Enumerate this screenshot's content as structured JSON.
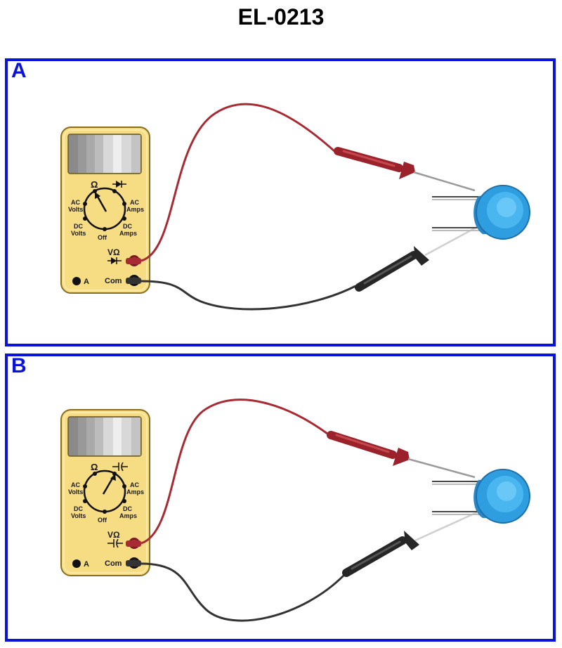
{
  "title": "EL-0213",
  "panels": [
    {
      "label": "A",
      "dial_setting": "ohms",
      "meter": {
        "ohm": "Ω",
        "ac_volts": [
          "AC",
          "Volts"
        ],
        "ac_amps": [
          "AC",
          "Amps"
        ],
        "dc_volts": [
          "DC",
          "Volts"
        ],
        "dc_amps": [
          "DC",
          "Amps"
        ],
        "off": "Off",
        "vohm": "VΩ",
        "com": "Com",
        "a": "A"
      }
    },
    {
      "label": "B",
      "dial_setting": "capacitance",
      "meter": {
        "ohm": "Ω",
        "ac_volts": [
          "AC",
          "Volts"
        ],
        "ac_amps": [
          "AC",
          "Amps"
        ],
        "dc_volts": [
          "DC",
          "Volts"
        ],
        "dc_amps": [
          "DC",
          "Amps"
        ],
        "off": "Off",
        "vohm": "VΩ",
        "com": "Com",
        "a": "A"
      }
    }
  ],
  "colors": {
    "frame": "#0a14d8",
    "meter_body": "#f6dc82",
    "red_lead": "#a82a32",
    "black_lead": "#333333",
    "capacitor": "#2f9ee0"
  }
}
